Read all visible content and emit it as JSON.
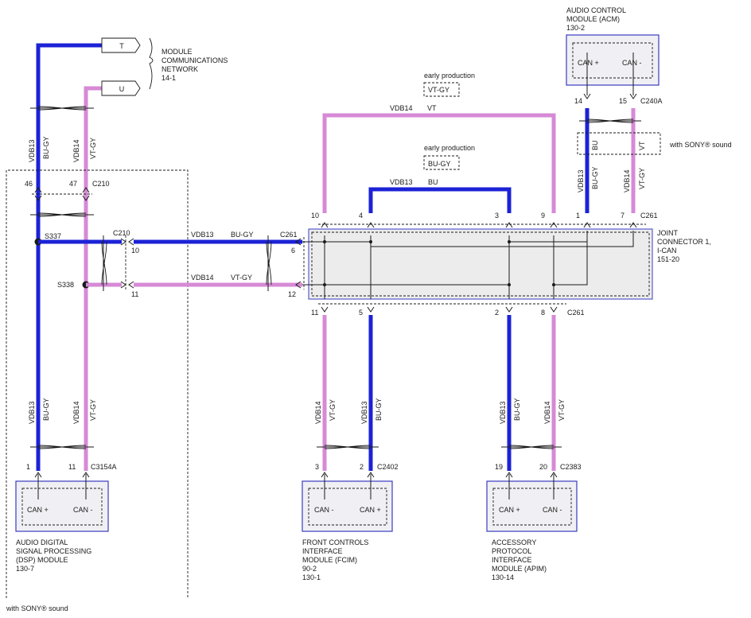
{
  "network": {
    "connector_t": "T",
    "connector_u": "U",
    "reference_lines": [
      "MODULE",
      "COMMUNICATIONS",
      "NETWORK",
      "14-1"
    ]
  },
  "acm": {
    "title_lines": [
      "AUDIO CONTROL",
      "MODULE (ACM)",
      "130-2"
    ],
    "can_plus": "CAN +",
    "can_minus": "CAN -",
    "pin_left": "14",
    "pin_right": "15",
    "connector": "C240A"
  },
  "early_production": {
    "label_1": "early production",
    "color_1": "VT-GY",
    "label_2": "early production",
    "color_2": "BU-GY"
  },
  "sony_box": {
    "left_color": "BU",
    "right_color": "VT",
    "note": "with SONY® sound"
  },
  "wires": {
    "vdb13": "VDB13",
    "vdb14": "VDB14",
    "bu_gy": "BU-GY",
    "vt_gy": "VT-GY",
    "bu": "BU",
    "vt": "VT"
  },
  "left_harness": {
    "pin_46": "46",
    "pin_47": "47",
    "c210": "C210",
    "s337": "S337",
    "s338": "S338",
    "c210_inline": "C210",
    "pin_10": "10",
    "pin_11": "11",
    "pin_6": "6",
    "pin_12": "12",
    "c261": "C261"
  },
  "joint_connector": {
    "title_lines": [
      "JOINT",
      "CONNECTOR 1,",
      "I-CAN",
      "151-20"
    ],
    "top_pins": [
      "10",
      "4",
      "3",
      "9",
      "1",
      "7"
    ],
    "top_connector": "C261",
    "bottom_pins": [
      "11",
      "5",
      "2",
      "8"
    ],
    "bottom_connector": "C261"
  },
  "dsp": {
    "pin_1": "1",
    "pin_11": "11",
    "connector": "C3154A",
    "can_plus": "CAN +",
    "can_minus": "CAN -",
    "title_lines": [
      "AUDIO DIGITAL",
      "SIGNAL PROCESSING",
      "(DSP) MODULE",
      "130-7"
    ],
    "footnote": "with SONY® sound"
  },
  "fcim": {
    "pin_3": "3",
    "pin_2": "2",
    "connector": "C2402",
    "can_minus": "CAN -",
    "can_plus": "CAN +",
    "title_lines": [
      "FRONT CONTROLS",
      "INTERFACE",
      "MODULE (FCIM)",
      "90-2",
      "130-1"
    ]
  },
  "apim": {
    "pin_19": "19",
    "pin_20": "20",
    "connector": "C2383",
    "can_plus": "CAN +",
    "can_minus": "CAN -",
    "title_lines": [
      "ACCESSORY",
      "PROTOCOL",
      "INTERFACE",
      "MODULE (APIM)",
      "130-14"
    ]
  },
  "colors": {
    "blue_wire": "#1c22d6",
    "violet_wire": "#d68ad6",
    "module_border": "#3b3bbf"
  }
}
